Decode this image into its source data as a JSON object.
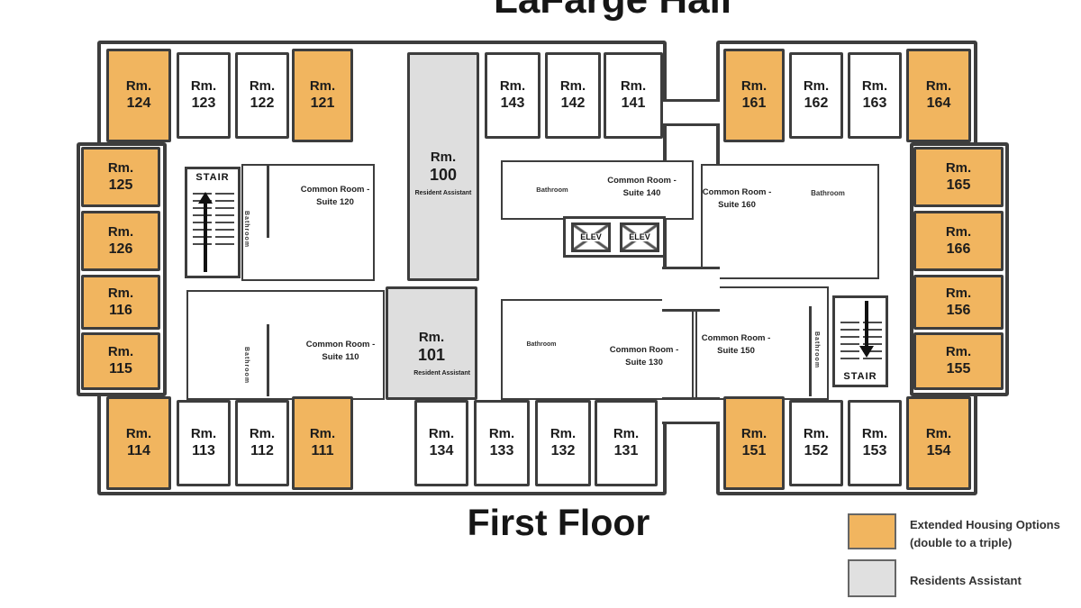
{
  "title": "LaFarge Hall",
  "floor_label": "First Floor",
  "colors": {
    "extended_housing": "#F1B55F",
    "residents_assistant": "#DEDEDE",
    "wall": "#3D3D3D"
  },
  "legend": {
    "extended": {
      "line1": "Extended Housing Options",
      "line2": "(double to a triple)"
    },
    "ra": {
      "line1": "Residents Assistant"
    }
  },
  "labels": {
    "room_prefix": "Rm.",
    "bathroom": "Bathroom",
    "stair": "STAIR",
    "elevator": "ELEV",
    "ra_subtitle": "Resident Assistant"
  },
  "rooms": [
    {
      "label": "Rm.",
      "number": "124",
      "extended": true
    },
    {
      "label": "Rm.",
      "number": "123",
      "extended": false
    },
    {
      "label": "Rm.",
      "number": "122",
      "extended": false
    },
    {
      "label": "Rm.",
      "number": "121",
      "extended": true
    },
    {
      "label": "Rm.",
      "number": "143",
      "extended": false
    },
    {
      "label": "Rm.",
      "number": "142",
      "extended": false
    },
    {
      "label": "Rm.",
      "number": "141",
      "extended": false
    },
    {
      "label": "Rm.",
      "number": "161",
      "extended": true
    },
    {
      "label": "Rm.",
      "number": "162",
      "extended": false
    },
    {
      "label": "Rm.",
      "number": "163",
      "extended": false
    },
    {
      "label": "Rm.",
      "number": "164",
      "extended": true
    },
    {
      "label": "Rm.",
      "number": "125",
      "extended": true
    },
    {
      "label": "Rm.",
      "number": "126",
      "extended": true
    },
    {
      "label": "Rm.",
      "number": "116",
      "extended": true
    },
    {
      "label": "Rm.",
      "number": "115",
      "extended": true
    },
    {
      "label": "Rm.",
      "number": "165",
      "extended": true
    },
    {
      "label": "Rm.",
      "number": "166",
      "extended": true
    },
    {
      "label": "Rm.",
      "number": "156",
      "extended": true
    },
    {
      "label": "Rm.",
      "number": "155",
      "extended": true
    },
    {
      "label": "Rm.",
      "number": "114",
      "extended": true
    },
    {
      "label": "Rm.",
      "number": "113",
      "extended": false
    },
    {
      "label": "Rm.",
      "number": "112",
      "extended": false
    },
    {
      "label": "Rm.",
      "number": "111",
      "extended": true
    },
    {
      "label": "Rm.",
      "number": "134",
      "extended": false
    },
    {
      "label": "Rm.",
      "number": "133",
      "extended": false
    },
    {
      "label": "Rm.",
      "number": "132",
      "extended": false
    },
    {
      "label": "Rm.",
      "number": "131",
      "extended": false
    },
    {
      "label": "Rm.",
      "number": "151",
      "extended": true
    },
    {
      "label": "Rm.",
      "number": "152",
      "extended": false
    },
    {
      "label": "Rm.",
      "number": "153",
      "extended": false
    },
    {
      "label": "Rm.",
      "number": "154",
      "extended": true
    }
  ],
  "ra_rooms": [
    {
      "label": "Rm.",
      "number": "100",
      "subtitle": "Resident Assistant"
    },
    {
      "label": "Rm.",
      "number": "101",
      "subtitle": "Resident Assistant"
    }
  ],
  "common_rooms": [
    {
      "line1": "Common Room -",
      "line2": "Suite 120"
    },
    {
      "line1": "Common Room -",
      "line2": "Suite 140"
    },
    {
      "line1": "Common Room -",
      "line2": "Suite 160"
    },
    {
      "line1": "Common Room -",
      "line2": "Suite 110"
    },
    {
      "line1": "Common Room -",
      "line2": "Suite 130"
    },
    {
      "line1": "Common Room -",
      "line2": "Suite 150"
    }
  ]
}
